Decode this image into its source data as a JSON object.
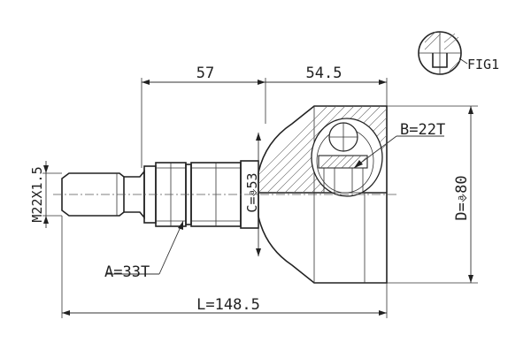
{
  "diagram": {
    "dimensions": {
      "spline_length": "57",
      "bell_length": "54.5",
      "total_length": "L=148.5",
      "outer_diameter": "D=⎀80",
      "seal_diameter": "C=⎀53",
      "thread": "M22X1.5"
    },
    "callouts": {
      "outer_teeth": "A=33T",
      "inner_teeth": "B=22T",
      "figure": "FIG1"
    },
    "colors": {
      "line": "#222222",
      "background": "#ffffff"
    }
  }
}
